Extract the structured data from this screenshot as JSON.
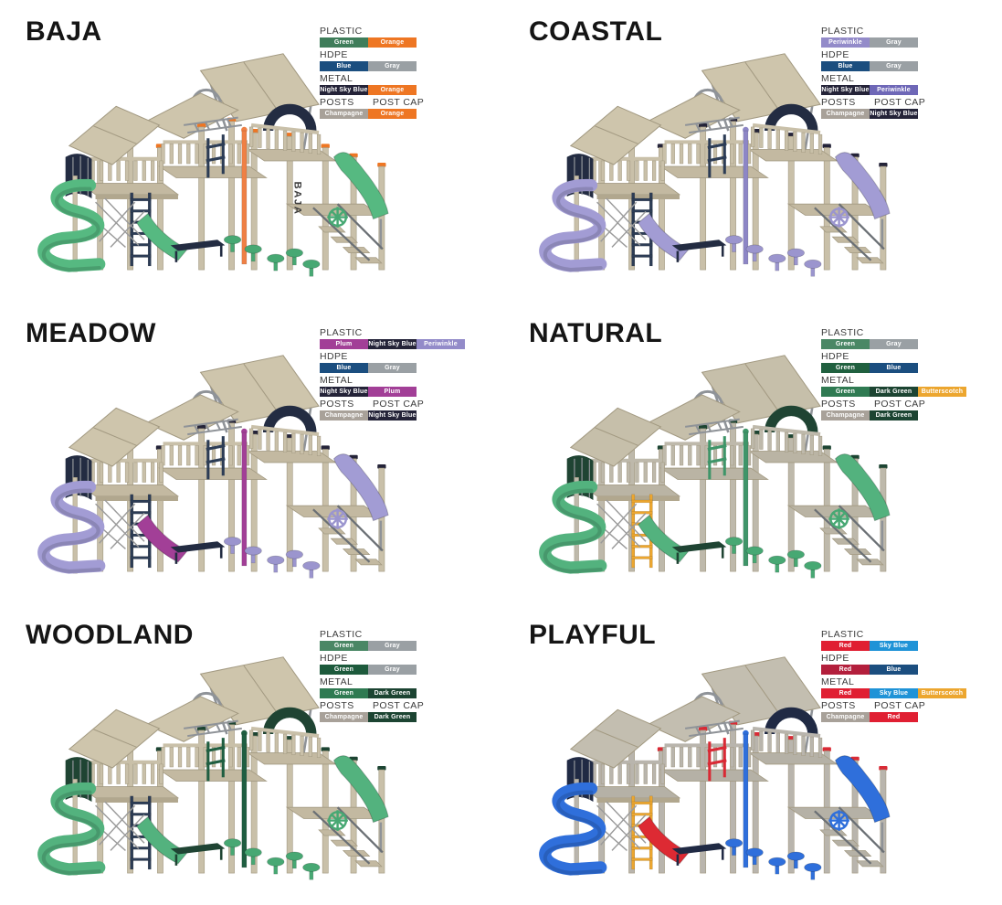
{
  "page": {
    "background": "#ffffff"
  },
  "material_labels": {
    "plastic": "PLASTIC",
    "hdpe": "HDPE",
    "metal": "METAL",
    "posts": "POSTS",
    "post_cap": "POST CAP"
  },
  "schemes": [
    {
      "name": "BAJA",
      "vertical_label": "BAJA",
      "legend": [
        {
          "labels": [
            "PLASTIC"
          ],
          "swatches": [
            {
              "name": "Green",
              "color": "#3f7d5a"
            },
            {
              "name": "Orange",
              "color": "#ee7623"
            }
          ]
        },
        {
          "labels": [
            "HDPE"
          ],
          "swatches": [
            {
              "name": "Blue",
              "color": "#1b4e7f"
            },
            {
              "name": "Gray",
              "color": "#9aa0a4"
            }
          ]
        },
        {
          "labels": [
            "METAL"
          ],
          "swatches": [
            {
              "name": "Night Sky Blue",
              "color": "#242338"
            },
            {
              "name": "Orange",
              "color": "#ee7623"
            }
          ]
        },
        {
          "labels": [
            "POSTS",
            "POST CAP"
          ],
          "swatches": [
            {
              "name": "Champagne",
              "color": "#a8a199"
            },
            {
              "name": "Orange",
              "color": "#ee7623"
            }
          ]
        }
      ],
      "render": {
        "post": "#c9c0a9",
        "deck": "#c3b9a1",
        "roof": "#cec5ac",
        "dark": "#232c42",
        "slide": "#56b981",
        "slide2": "#56b981",
        "pole": "#ef8045",
        "ladder": "#2c3c55",
        "stepper": "#47a873",
        "postcap": "#ee7623",
        "climber": "#2c3c55"
      }
    },
    {
      "name": "COASTAL",
      "vertical_label": "",
      "legend": [
        {
          "labels": [
            "PLASTIC"
          ],
          "swatches": [
            {
              "name": "Periwinkle",
              "color": "#938bc9"
            },
            {
              "name": "Gray",
              "color": "#9aa0a4"
            }
          ]
        },
        {
          "labels": [
            "HDPE"
          ],
          "swatches": [
            {
              "name": "Blue",
              "color": "#1b4e7f"
            },
            {
              "name": "Gray",
              "color": "#9aa0a4"
            }
          ]
        },
        {
          "labels": [
            "METAL"
          ],
          "swatches": [
            {
              "name": "Night Sky Blue",
              "color": "#242338"
            },
            {
              "name": "Periwinkle",
              "color": "#6e67b7"
            }
          ]
        },
        {
          "labels": [
            "POSTS",
            "POST CAP"
          ],
          "swatches": [
            {
              "name": "Champagne",
              "color": "#a8a199"
            },
            {
              "name": "Night Sky Blue",
              "color": "#242338"
            }
          ]
        }
      ],
      "render": {
        "post": "#c9c0a9",
        "deck": "#c3b9a1",
        "roof": "#cec5ac",
        "dark": "#232c42",
        "slide": "#a29cd4",
        "slide2": "#a29cd4",
        "pole": "#8d86c6",
        "ladder": "#2c3c55",
        "stepper": "#9b95ce",
        "postcap": "#242338",
        "climber": "#2c3c55"
      }
    },
    {
      "name": "MEADOW",
      "vertical_label": "",
      "legend": [
        {
          "labels": [
            "PLASTIC"
          ],
          "swatches": [
            {
              "name": "Plum",
              "color": "#a23f97"
            },
            {
              "name": "Night Sky Blue",
              "color": "#242338"
            },
            {
              "name": "Periwinkle",
              "color": "#938bc9"
            }
          ]
        },
        {
          "labels": [
            "HDPE"
          ],
          "swatches": [
            {
              "name": "Blue",
              "color": "#1b4e7f"
            },
            {
              "name": "Gray",
              "color": "#9aa0a4"
            }
          ]
        },
        {
          "labels": [
            "METAL"
          ],
          "swatches": [
            {
              "name": "Night Sky Blue",
              "color": "#242338"
            },
            {
              "name": "Plum",
              "color": "#a23f97"
            }
          ]
        },
        {
          "labels": [
            "POSTS",
            "POST CAP"
          ],
          "swatches": [
            {
              "name": "Champagne",
              "color": "#a8a199"
            },
            {
              "name": "Night Sky Blue",
              "color": "#242338"
            }
          ]
        }
      ],
      "render": {
        "post": "#c9c0a9",
        "deck": "#c3b9a1",
        "roof": "#cec5ac",
        "dark": "#232c42",
        "slide": "#a29cd4",
        "slide2": "#a23f97",
        "pole": "#a23f97",
        "ladder": "#2c3c55",
        "stepper": "#9b95ce",
        "postcap": "#242338",
        "climber": "#2c3c55"
      }
    },
    {
      "name": "NATURAL",
      "vertical_label": "",
      "legend": [
        {
          "labels": [
            "PLASTIC"
          ],
          "swatches": [
            {
              "name": "Green",
              "color": "#4a8765"
            },
            {
              "name": "Gray",
              "color": "#9aa0a4"
            }
          ]
        },
        {
          "labels": [
            "HDPE"
          ],
          "swatches": [
            {
              "name": "Green",
              "color": "#20603f"
            },
            {
              "name": "Blue",
              "color": "#1b4e7f"
            }
          ]
        },
        {
          "labels": [
            "METAL"
          ],
          "swatches": [
            {
              "name": "Green",
              "color": "#2f7a52"
            },
            {
              "name": "Dark Green",
              "color": "#1c4432"
            },
            {
              "name": "Butterscotch",
              "color": "#eca62f"
            }
          ]
        },
        {
          "labels": [
            "POSTS",
            "POST CAP"
          ],
          "swatches": [
            {
              "name": "Champagne",
              "color": "#a8a199"
            },
            {
              "name": "Dark Green",
              "color": "#1c4432"
            }
          ]
        }
      ],
      "render": {
        "post": "#beb9ab",
        "deck": "#bab4a4",
        "roof": "#c6bfaa",
        "dark": "#1f4433",
        "slide": "#53b27e",
        "slide2": "#53b27e",
        "pole": "#3f9569",
        "ladder": "#eca62f",
        "stepper": "#47a873",
        "postcap": "#1c4432",
        "climber": "#3f9569"
      }
    },
    {
      "name": "WOODLAND",
      "vertical_label": "",
      "legend": [
        {
          "labels": [
            "PLASTIC"
          ],
          "swatches": [
            {
              "name": "Green",
              "color": "#4a8765"
            },
            {
              "name": "Gray",
              "color": "#9aa0a4"
            }
          ]
        },
        {
          "labels": [
            "HDPE"
          ],
          "swatches": [
            {
              "name": "Green",
              "color": "#1d5a3c"
            },
            {
              "name": "Gray",
              "color": "#9aa0a4"
            }
          ]
        },
        {
          "labels": [
            "METAL"
          ],
          "swatches": [
            {
              "name": "Green",
              "color": "#2f7a52"
            },
            {
              "name": "Dark Green",
              "color": "#1c4432"
            }
          ]
        },
        {
          "labels": [
            "POSTS",
            "POST CAP"
          ],
          "swatches": [
            {
              "name": "Champagne",
              "color": "#a8a199"
            },
            {
              "name": "Dark Green",
              "color": "#1c4432"
            }
          ]
        }
      ],
      "render": {
        "post": "#c9c0a9",
        "deck": "#c3b9a1",
        "roof": "#cec5ac",
        "dark": "#1f4433",
        "slide": "#53b27e",
        "slide2": "#53b27e",
        "pole": "#1f5e41",
        "ladder": "#2c3c55",
        "stepper": "#47a873",
        "postcap": "#1c4432",
        "climber": "#1f5e41"
      }
    },
    {
      "name": "PLAYFUL",
      "vertical_label": "",
      "legend": [
        {
          "labels": [
            "PLASTIC"
          ],
          "swatches": [
            {
              "name": "Red",
              "color": "#e01f32"
            },
            {
              "name": "Sky Blue",
              "color": "#1f93d7"
            }
          ]
        },
        {
          "labels": [
            "HDPE"
          ],
          "swatches": [
            {
              "name": "Red",
              "color": "#b31f3c"
            },
            {
              "name": "Blue",
              "color": "#1b4e7f"
            }
          ]
        },
        {
          "labels": [
            "METAL"
          ],
          "swatches": [
            {
              "name": "Red",
              "color": "#e01f32"
            },
            {
              "name": "Sky Blue",
              "color": "#1f93d7"
            },
            {
              "name": "Butterscotch",
              "color": "#eca62f"
            }
          ]
        },
        {
          "labels": [
            "POSTS",
            "POST CAP"
          ],
          "swatches": [
            {
              "name": "Champagne",
              "color": "#a8a199"
            },
            {
              "name": "Red",
              "color": "#e01f32"
            }
          ]
        }
      ],
      "render": {
        "post": "#b9b5ad",
        "deck": "#b5b1a6",
        "roof": "#c3beb0",
        "dark": "#202a44",
        "slide": "#2f6fdb",
        "slide2": "#dd2a33",
        "pole": "#2f6fdb",
        "ladder": "#eca62f",
        "stepper": "#2f6fdb",
        "postcap": "#d92a35",
        "climber": "#d92a35"
      }
    }
  ]
}
